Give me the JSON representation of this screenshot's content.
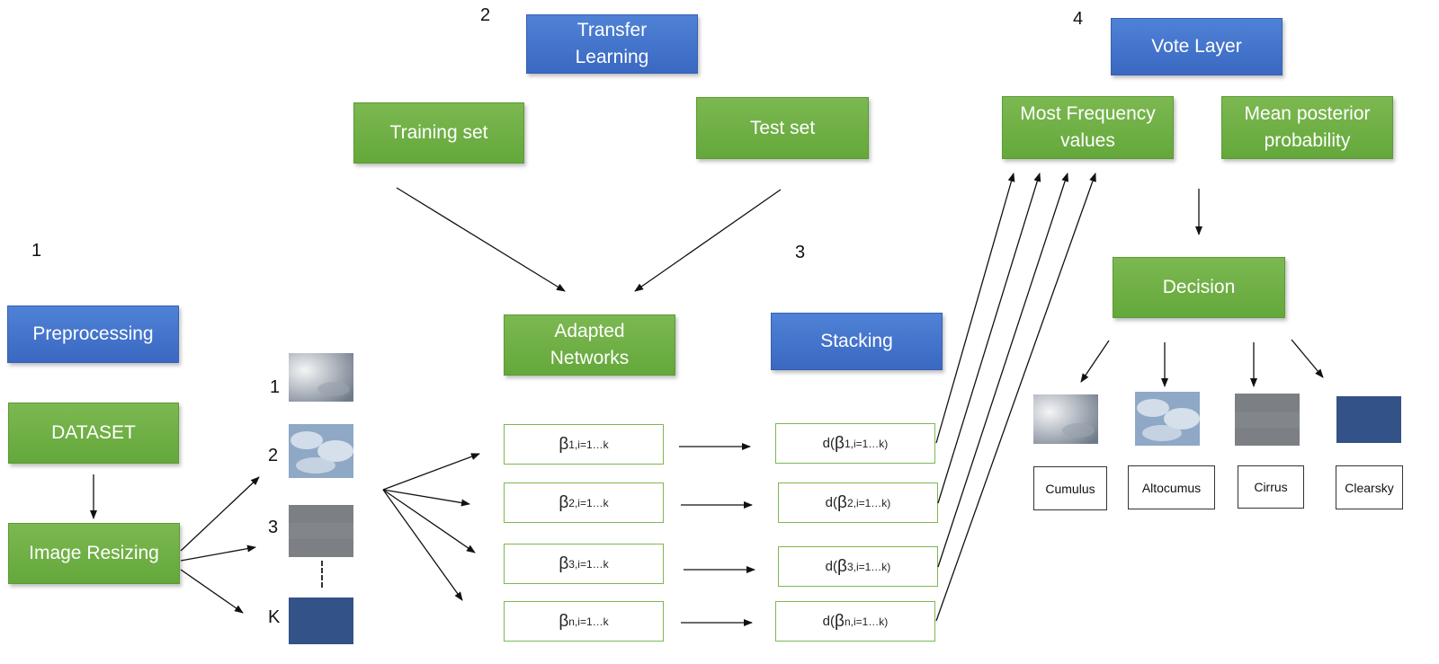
{
  "steps": [
    "1",
    "2",
    "3",
    "4"
  ],
  "stage1": {
    "preprocessing": "Preprocessing",
    "dataset": "DATASET",
    "image_resizing": "Image Resizing"
  },
  "thumb_labels": [
    "1",
    "2",
    "3",
    "K"
  ],
  "stage2": {
    "transfer_learning": "Transfer\nLearning",
    "training_set": "Training set",
    "test_set": "Test set",
    "adapted_networks": "Adapted\nNetworks"
  },
  "stage3": {
    "stacking": "Stacking",
    "betas": [
      {
        "main": "β",
        "sub": "1,i=1…k"
      },
      {
        "main": "β",
        "sub": "2,i=1…k"
      },
      {
        "main": "β",
        "sub": "3,i=1…k"
      },
      {
        "main": "β",
        "sub": "n,i=1…k"
      }
    ],
    "decisions": [
      {
        "pre": "d(",
        "main": "β",
        "sub": "1,i=1…k)"
      },
      {
        "pre": "d(",
        "main": "β",
        "sub": "2,i=1…k)"
      },
      {
        "pre": "d(",
        "main": "β",
        "sub": "3,i=1…k)"
      },
      {
        "pre": "d(",
        "main": "β",
        "sub": "n,i=1…k)"
      }
    ]
  },
  "stage4": {
    "vote_layer": "Vote Layer",
    "most_frequency": "Most Frequency\nvalues",
    "mean_posterior": "Mean posterior\nprobability",
    "decision": "Decision",
    "classes": [
      "Cumulus",
      "Altocumus",
      "Cirrus",
      "Clearsky"
    ]
  },
  "colors": {
    "blue_box": "#4472c4",
    "green_box": "#70ad47",
    "arrow": "#111111"
  }
}
